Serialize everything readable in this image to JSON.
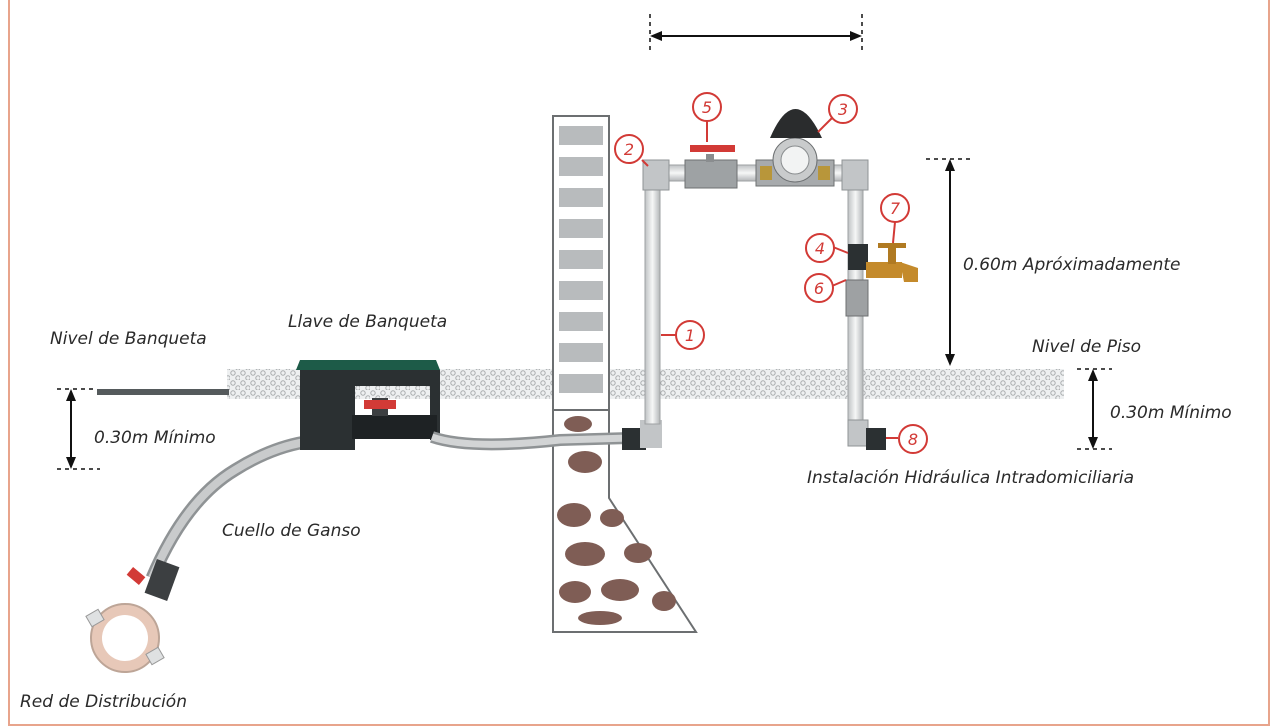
{
  "labels": {
    "nivel_banqueta": "Nivel de Banqueta",
    "llave_banqueta": "Llave de Banqueta",
    "cuello_ganso": "Cuello de Ganso",
    "red_distribucion": "Red de Distribución",
    "nivel_piso": "Nivel de Piso",
    "instalacion": "Instalación Hidráulica Intradomiciliaria",
    "altura_aprox": "0.60m Apróximadamente",
    "min_left": "0.30m Mínimo",
    "min_right": "0.30m Mínimo"
  },
  "callouts": [
    "1",
    "2",
    "3",
    "4",
    "5",
    "6",
    "7",
    "8"
  ],
  "colors": {
    "callout": "#d23a36",
    "pipe": "#d7d9da",
    "frame": "#e8a48c",
    "box": "#1d5b48"
  }
}
